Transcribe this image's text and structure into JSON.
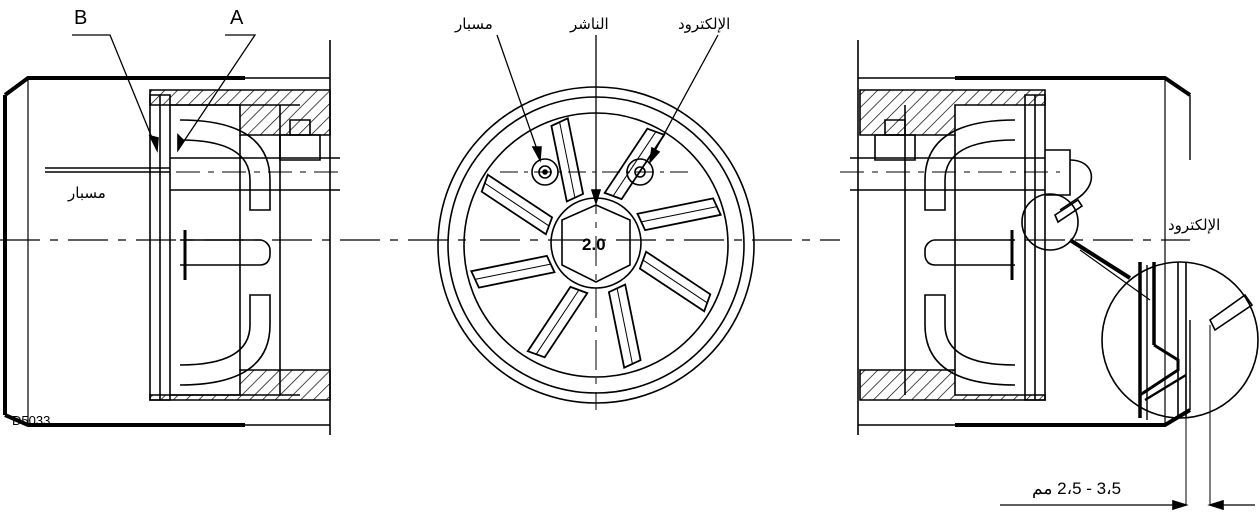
{
  "labels": {
    "b": "B",
    "a": "A",
    "probe_top": "مسبار",
    "diffuser": "الناشر",
    "electrode_top": "الإلكترود",
    "probe_left": "مسبار",
    "electrode_right": "الإلكترود",
    "nozzle": "2.0",
    "drawing_code": "D5033",
    "dimension": "3،5 - 2،5 مم"
  },
  "colors": {
    "line": "#000000",
    "background": "#ffffff"
  }
}
